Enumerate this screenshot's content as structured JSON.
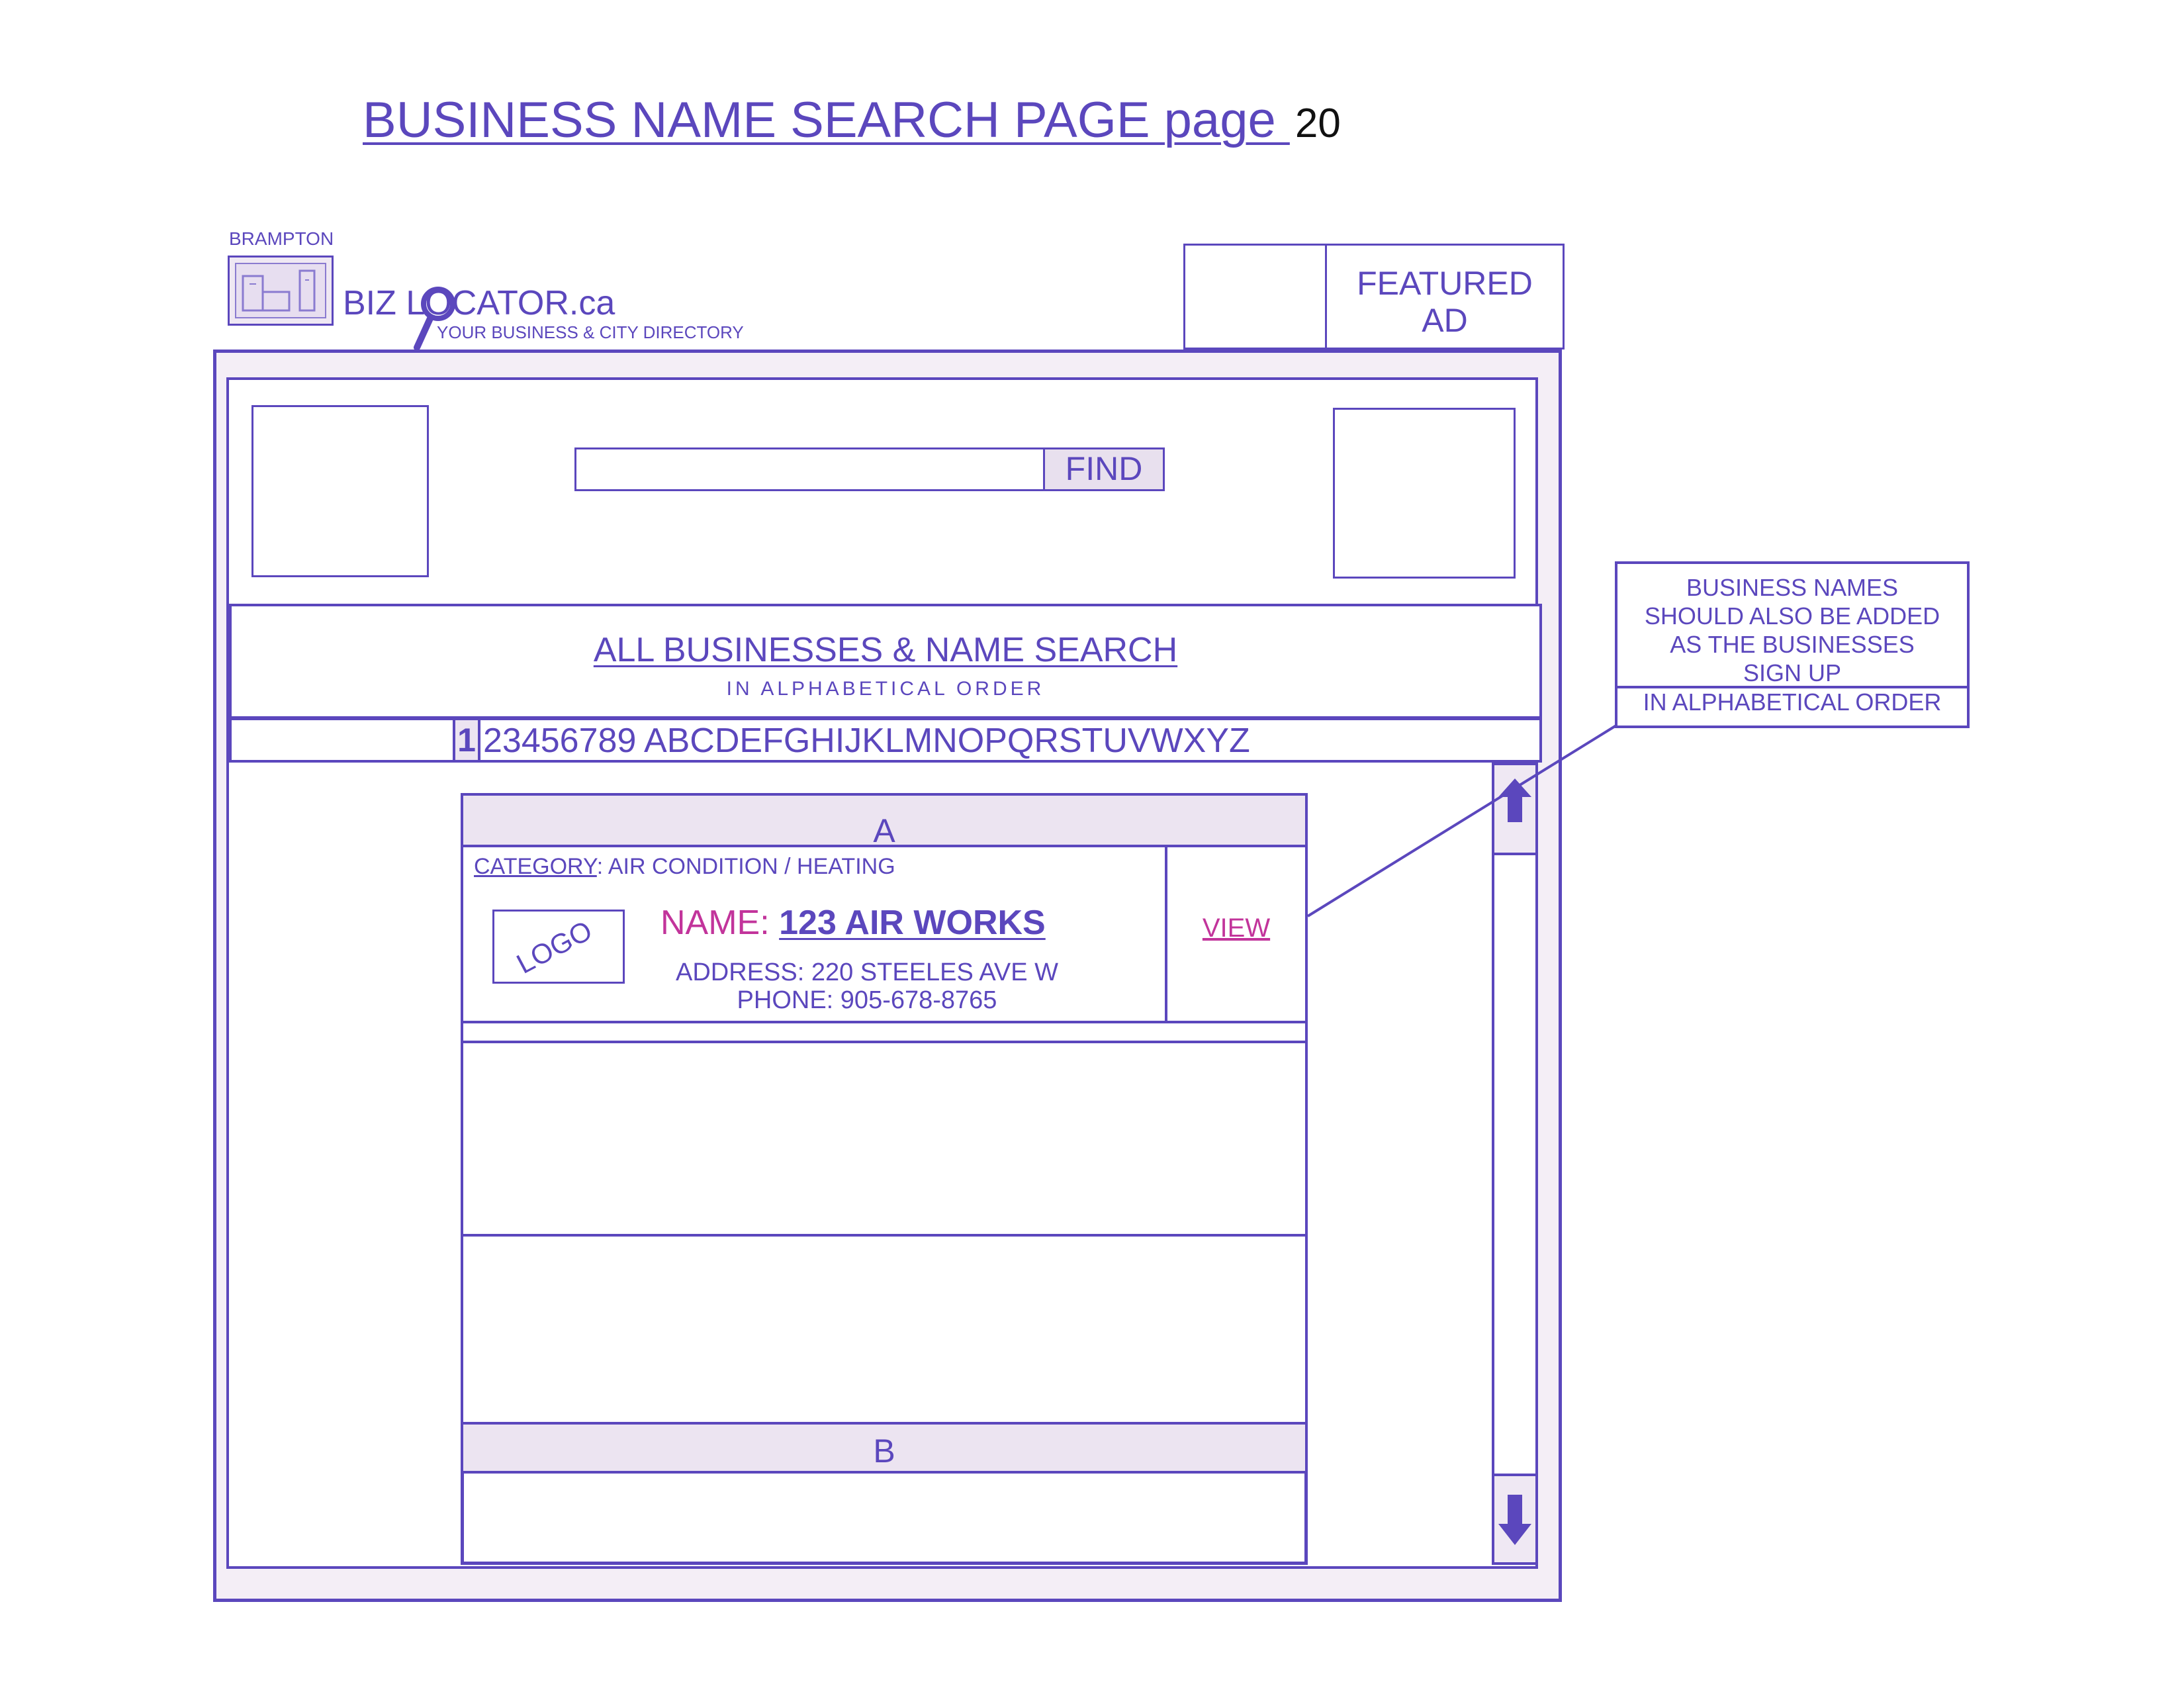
{
  "header": {
    "title": "BUSINESS NAME SEARCH PAGE page ",
    "page_number": "20"
  },
  "logo": {
    "city": "BRAMPTON",
    "brand": "BIZ LOCATOR.ca",
    "tagline": "YOUR BUSINESS & CITY DIRECTORY",
    "icon": "magnifier-icon"
  },
  "featured_ad": {
    "label_line1": "FEATURED",
    "label_line2": "AD"
  },
  "search": {
    "value": "",
    "button_label": "FIND"
  },
  "section": {
    "title": "ALL BUSINESSES & NAME SEARCH",
    "subtitle": "IN ALPHABETICAL ORDER"
  },
  "alphabet_bar": {
    "selected": "1",
    "rest": "23456789 ABCDEFGHIJKLMNOPQRSTUVWXYZ"
  },
  "results": {
    "group_a": "A",
    "group_b": "B",
    "listing": {
      "category_label": "CATEGORY",
      "category_value": ": AIR CONDITION / HEATING",
      "logo_text": "LOGO",
      "name_label": "NAME: ",
      "name_value": "123 AIR WORKS",
      "address": "ADDRESS: 220 STEELES AVE W",
      "phone": "PHONE: 905-678-8765",
      "view_label": "VIEW"
    }
  },
  "scrollbar": {
    "up_icon": "arrow-up-icon",
    "down_icon": "arrow-down-icon"
  },
  "annotation": {
    "line1": "BUSINESS NAMES",
    "line2": "SHOULD ALSO BE ADDED",
    "line3": "AS THE BUSINESSES",
    "line4": "SIGN UP",
    "footer": "IN ALPHABETICAL ORDER"
  },
  "colors": {
    "primary": "#5b47bd",
    "accent": "#c2349b",
    "panel_fill": "#f4eef6"
  }
}
